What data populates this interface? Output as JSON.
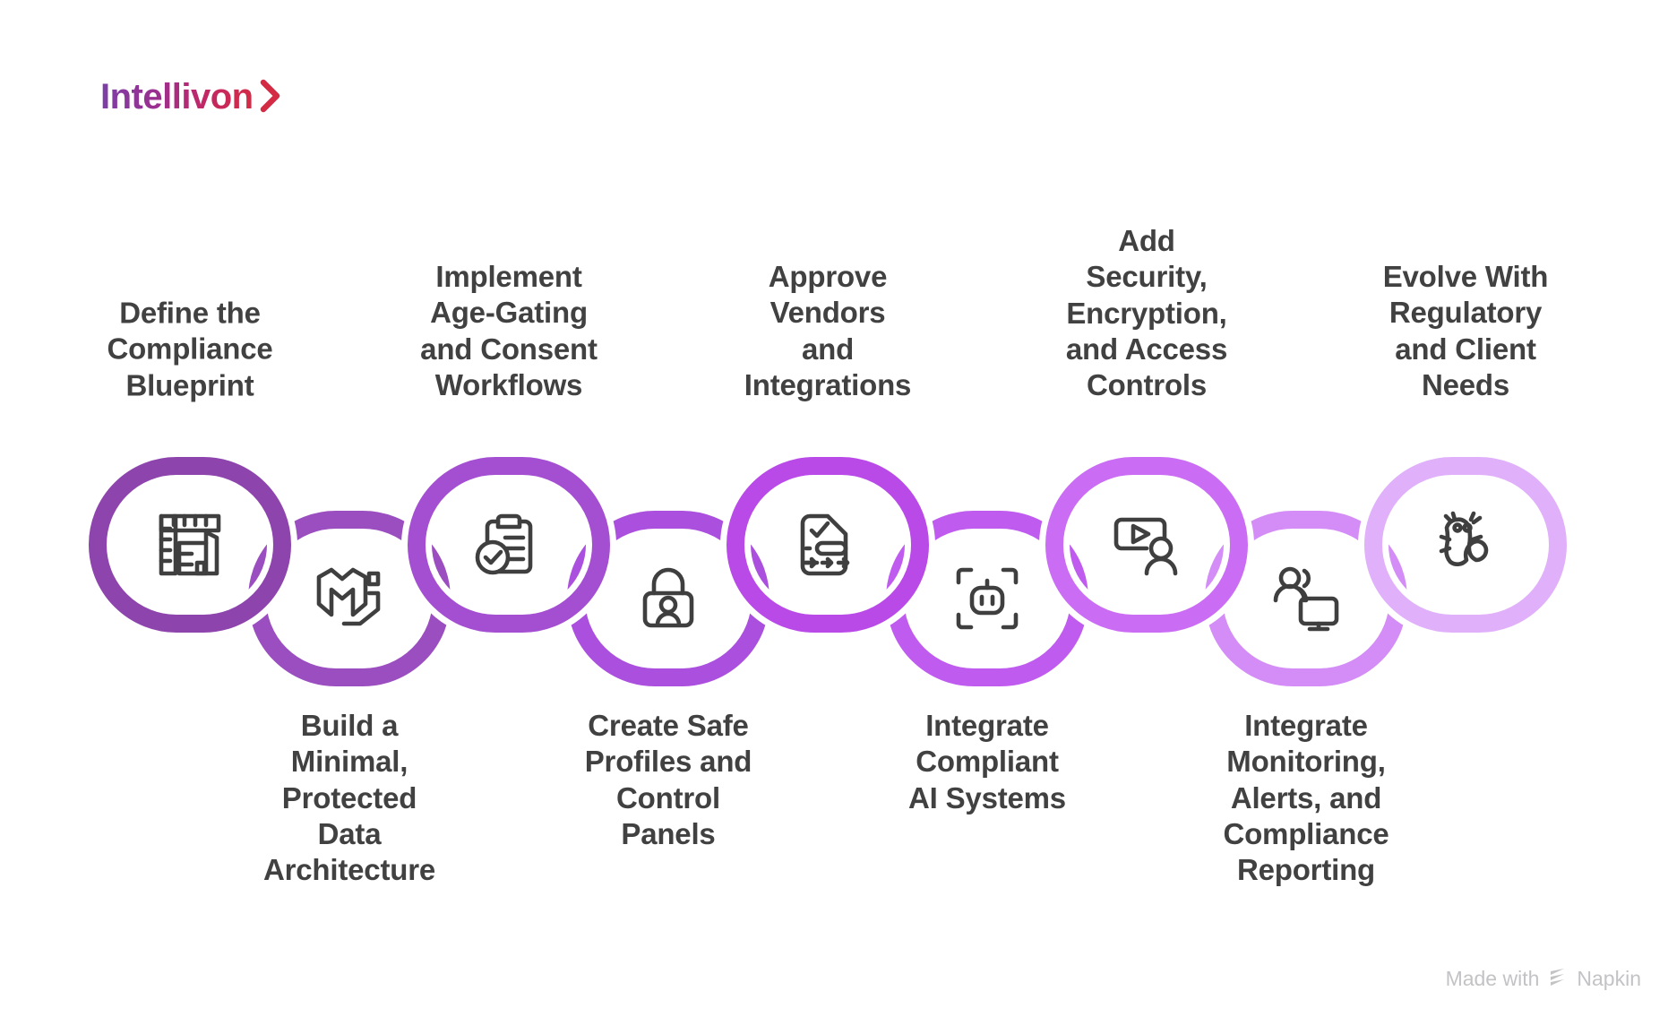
{
  "brand": {
    "name": "Intellivon",
    "chevron_icon": "chevron-right-icon",
    "gradient_start": "#7b3fa8",
    "gradient_end": "#d42b44"
  },
  "diagram": {
    "type": "chain-process",
    "link_count": 9,
    "label_color": "#414141",
    "link_colors": [
      "#8e44ad",
      "#9b4ec0",
      "#a44fd1",
      "#ab4fde",
      "#b94ae8",
      "#c05bf0",
      "#ca6df4",
      "#d48cf7",
      "#e0b0fa"
    ],
    "steps": [
      {
        "index": 1,
        "label": "Define the\nCompliance\nBlueprint",
        "position": "top",
        "icon": "blueprint-ruler-icon"
      },
      {
        "index": 2,
        "label": "Build a\nMinimal,\nProtected\nData\nArchitecture",
        "position": "bottom",
        "icon": "data-architecture-icon"
      },
      {
        "index": 3,
        "label": "Implement\nAge-Gating\nand Consent\nWorkflows",
        "position": "top",
        "icon": "clipboard-check-icon"
      },
      {
        "index": 4,
        "label": "Create Safe\nProfiles and\nControl\nPanels",
        "position": "bottom",
        "icon": "lock-person-icon"
      },
      {
        "index": 5,
        "label": "Approve\nVendors\nand\nIntegrations",
        "position": "top",
        "icon": "document-approve-flow-icon"
      },
      {
        "index": 6,
        "label": "Integrate\nCompliant\nAI Systems",
        "position": "bottom",
        "icon": "robot-scan-icon"
      },
      {
        "index": 7,
        "label": "Add\nSecurity,\nEncryption,\nand Access\nControls",
        "position": "top",
        "icon": "screen-play-person-icon"
      },
      {
        "index": 8,
        "label": "Integrate\nMonitoring,\nAlerts, and\nCompliance\nReporting",
        "position": "bottom",
        "icon": "users-monitor-icon"
      },
      {
        "index": 9,
        "label": "Evolve With\nRegulatory\nand Client\nNeeds",
        "position": "top",
        "icon": "chameleon-icon"
      }
    ]
  },
  "watermark": {
    "text_before": "Made with",
    "brand": "Napkin",
    "mark_icon": "napkin-logo-icon"
  }
}
